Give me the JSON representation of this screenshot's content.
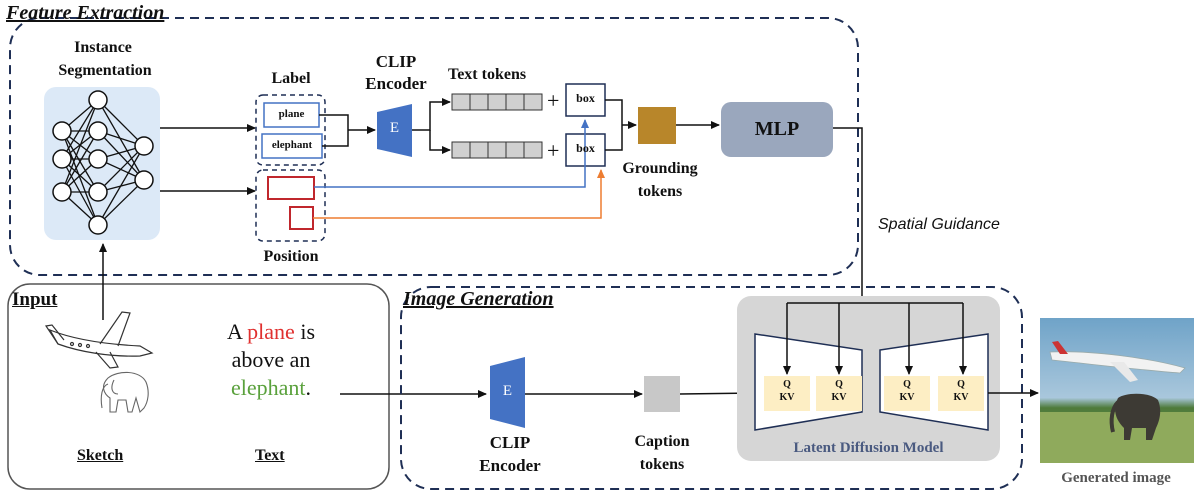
{
  "sections": {
    "feature_extraction": "Feature Extraction",
    "image_generation": "Image Generation",
    "input": "Input"
  },
  "feature": {
    "instance_seg_line1": "Instance",
    "instance_seg_line2": "Segmentation",
    "label_title": "Label",
    "label_plane": "plane",
    "label_elephant": "elephant",
    "position_title": "Position",
    "clip_line1": "CLIP",
    "clip_line2": "Encoder",
    "encoder_letter": "E",
    "text_tokens": "Text tokens",
    "box1": "box",
    "box2": "box",
    "plus1": "+",
    "plus2": "+",
    "grounding_line1": "Grounding",
    "grounding_line2": "tokens",
    "mlp": "MLP",
    "spatial_guidance": "Spatial Guidance"
  },
  "input": {
    "text_part1": "A ",
    "text_plane": "plane",
    "text_part2": " is",
    "text_line2": "above an",
    "text_elephant": "elephant",
    "text_period": ".",
    "sketch_label": "Sketch",
    "text_label": "Text"
  },
  "generation": {
    "encoder_letter": "E",
    "clip_line1": "CLIP",
    "clip_line2": "Encoder",
    "caption_line1": "Caption",
    "caption_line2": "tokens",
    "q": "Q",
    "kv": "KV",
    "ldm_label": "Latent Diffusion Model",
    "generated_image": "Generated image"
  },
  "colors": {
    "dashed_border": "#1f2f55",
    "nn_bg": "#dce9f7",
    "encoder": "#4472c4",
    "grounding_token": "#b8862a",
    "mlp": "#9aa7bd",
    "token_cell": "#d0d0d0",
    "caption_token": "#c8c8c8",
    "ldm_bg": "#d6d6d6",
    "attn_box": "#fdeec4",
    "plane_red": "#e0302f",
    "elephant_green": "#5aa13c",
    "blue_arrow": "#4472c4",
    "orange_arrow": "#ed7d31",
    "position_red": "#c0272d"
  }
}
